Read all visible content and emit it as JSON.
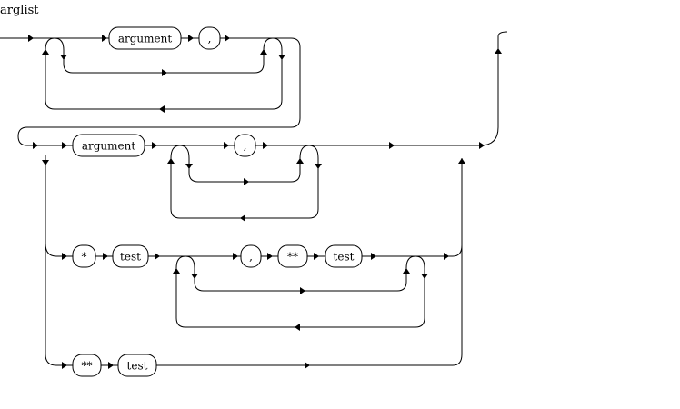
{
  "diagram": {
    "rule_name": "arglist",
    "terminals": {
      "argument_1": "argument",
      "comma_1": ",",
      "argument_2": "argument",
      "comma_2": ",",
      "star": "*",
      "test_1": "test",
      "comma_3": ",",
      "double_star_1": "**",
      "test_2": "test",
      "double_star_2": "**",
      "test_3": "test"
    }
  }
}
